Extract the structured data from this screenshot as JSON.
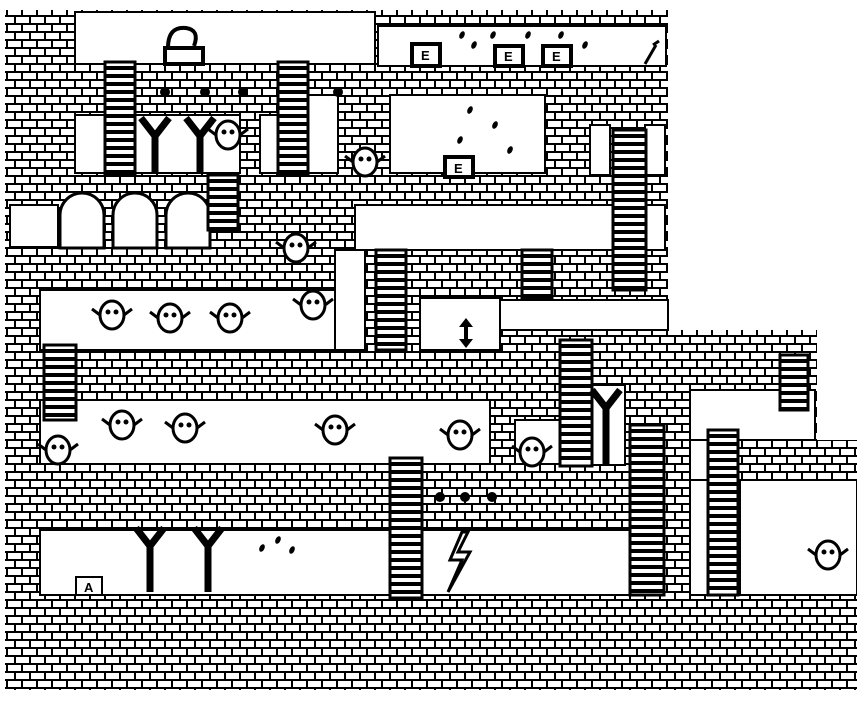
{
  "map": {
    "colors": {
      "ink": "#000000",
      "paper": "#ffffff"
    },
    "exit_boxes": [
      "E",
      "E",
      "E",
      "E"
    ],
    "start_box": "A",
    "icons": [
      "statue-icon",
      "pillar-icon",
      "raindrop-icon",
      "creature-icon",
      "bee-icon",
      "dragon-icon",
      "lightning-icon",
      "spike-icon",
      "lever-icon",
      "mine-icon",
      "arrow-up-icon",
      "arrow-down-icon"
    ]
  }
}
